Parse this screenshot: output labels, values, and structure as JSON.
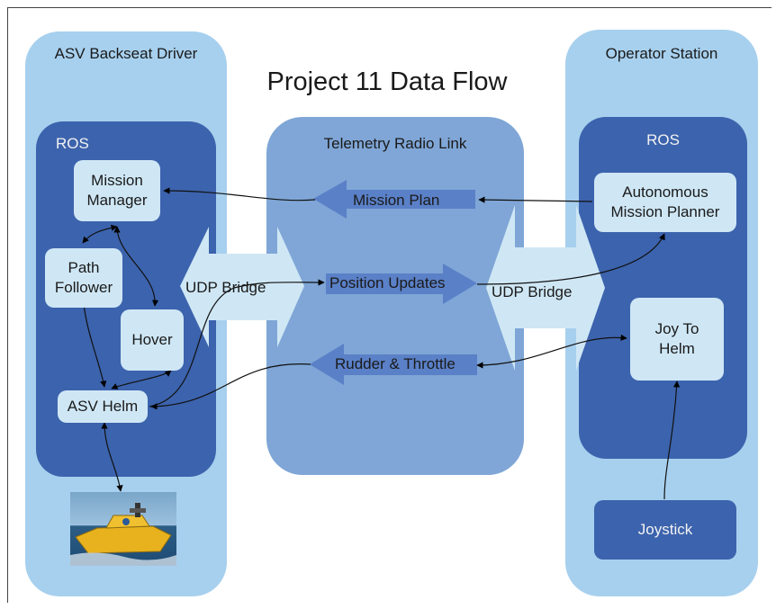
{
  "title": "Project 11 Data Flow",
  "left_panel": {
    "title": "ASV Backseat Driver",
    "ros": "ROS",
    "nodes": {
      "mission_manager": "Mission\nManager",
      "path_follower": "Path\nFollower",
      "hover": "Hover",
      "asv_helm": "ASV Helm"
    }
  },
  "middle_panel": {
    "title": "Telemetry Radio Link",
    "arrows": {
      "mission_plan": "Mission Plan",
      "position_updates": "Position Updates",
      "rudder_throttle": "Rudder & Throttle"
    }
  },
  "right_panel": {
    "title": "Operator Station",
    "ros": "ROS",
    "nodes": {
      "autonomous_mission_planner": "Autonomous\nMission Planner",
      "joy_to_helm": "Joy To\nHelm",
      "joystick": "Joystick"
    }
  },
  "bridges": {
    "left": "UDP Bridge",
    "right": "UDP Bridge"
  },
  "colors": {
    "outer_panel": "#a7d0ee",
    "ros_panel": "#3c63ad",
    "telemetry_panel": "#7fa6d6",
    "node_fill": "#cfe7f5",
    "arrow_fill": "#5a80c7",
    "bridge_fill": "#cfe7f5"
  }
}
